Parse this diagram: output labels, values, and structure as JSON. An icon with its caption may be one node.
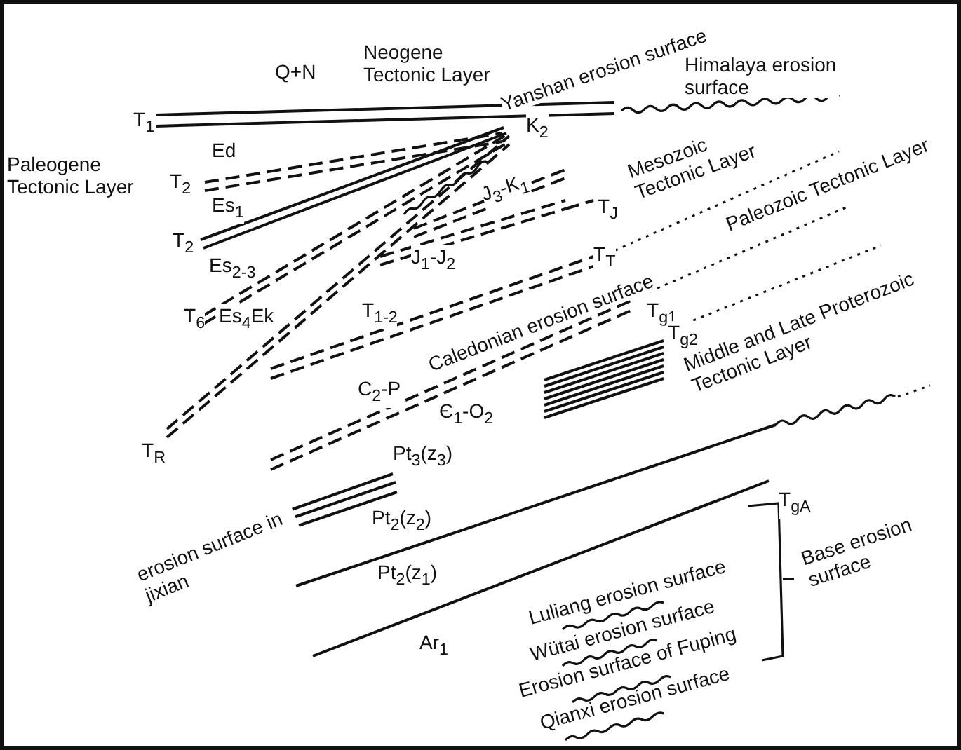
{
  "diagram": {
    "labels": [
      "Q+N",
      "Neogene Tectonic Layer",
      "Yanshan erosion surface",
      "Himalaya erosion surface",
      "T$_{1}$",
      "K$_{2}$",
      "Ed",
      "Paleogene Tectonic Layer",
      "T$_{2}$",
      "Es$_{1}$",
      "J$_{3}$-K$_{1}$",
      "Mesozoic Tectonic Layer",
      "T$_{2}$",
      "T$_{J}$",
      "Paleozoic Tectonic Layer",
      "Es$_{2-3}$",
      "J$_{1}$-J$_{2}$",
      "T$_{T}$",
      "T$_{6}$",
      "Es$_{4}$Ek",
      "Caledonian erosion surface",
      "T$_{1-2}$",
      "T$_{g1}$",
      "C$_{2}$-P",
      "T$_{g2}$",
      "Middle and Late Proterozoic Tectonic Layer",
      "Є$_{1}$-O$_{2}$",
      "T$_{R}$",
      "Pt$_{3}$(z$_{3}$)",
      "Pt$_{2}$(z$_{2}$)",
      "T$_{gA}$",
      "erosion surface in jixian",
      "Pt$_{2}$(z$_{1}$)",
      "Base erosion surface",
      "Luliang erosion surface",
      "Wütai erosion surface",
      "Ar$_{1}$",
      "Erosion surface of Fuping",
      "Qianxi erosion surface"
    ]
  }
}
